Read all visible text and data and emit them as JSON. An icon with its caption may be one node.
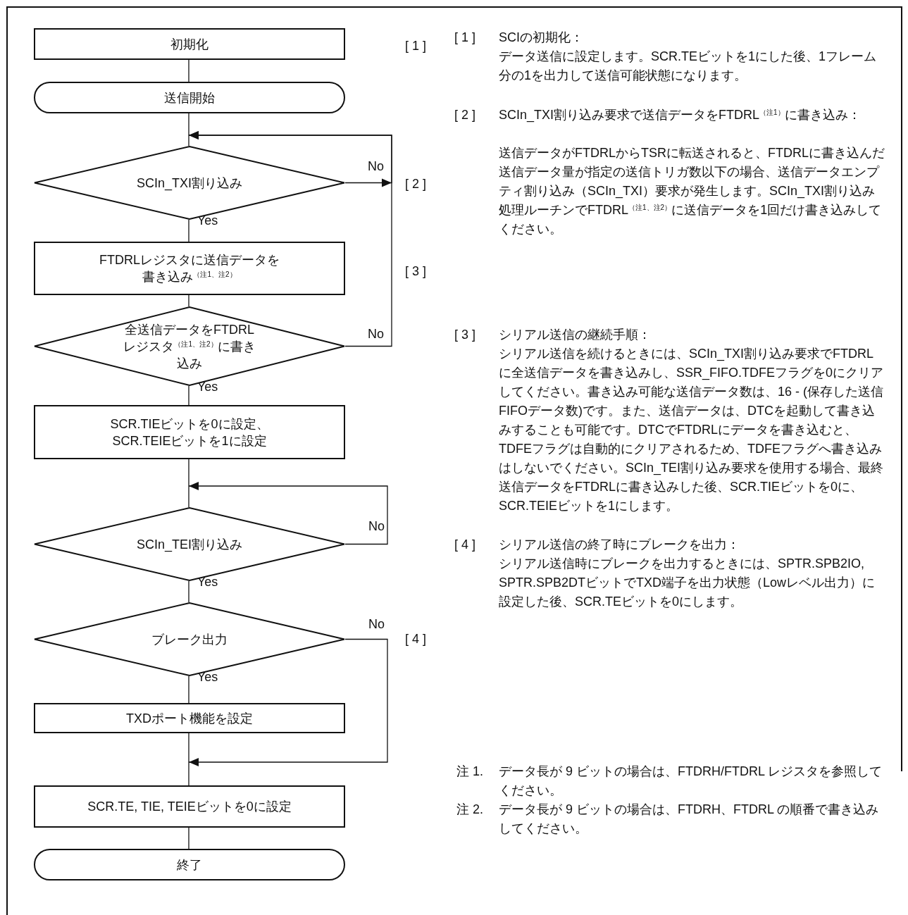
{
  "diagram": {
    "nodes": [
      {
        "text": [
          "初期化"
        ]
      },
      {
        "text": [
          "送信開始"
        ]
      },
      {
        "text": [
          "SCIn_TXI割り込み"
        ]
      },
      {
        "text": [
          "FTDRLレジスタに送信データを書き込み$^{（注1、注2）}$"
        ]
      },
      {
        "text": [
          "全送信データをFTDRLレジスタ$^{（注1、注2）}$に書き込み"
        ]
      },
      {
        "text": [
          "SCR.TIEビットを0に設定、SCR.TEIEビットを1に設定"
        ]
      },
      {
        "text": [
          "SCIn_TEI割り込み"
        ]
      },
      {
        "text": [
          "ブレーク出力"
        ]
      },
      {
        "text": [
          "TXDポート機能を設定"
        ]
      },
      {
        "text": [
          "SCR.TE, TIE, TEIEビットを0に設定"
        ]
      },
      {
        "text": [
          "終了"
        ]
      }
    ],
    "edges": [
      {
        "from": 0,
        "to": 1,
        "arrow": "none"
      },
      {
        "from": 1,
        "to": 2,
        "arrow": "none"
      },
      {
        "from": 2,
        "to": 2,
        "arrow": "to",
        "label": "No"
      },
      {
        "from": 2,
        "to": 3,
        "arrow": "none",
        "label": "Yes"
      },
      {
        "from": 3,
        "to": 4,
        "arrow": "none"
      },
      {
        "from": 4,
        "to": 2,
        "arrow": "to",
        "label": "No"
      },
      {
        "from": 4,
        "to": 5,
        "arrow": "none",
        "label": "Yes"
      },
      {
        "from": 5,
        "to": 6,
        "arrow": "none"
      },
      {
        "from": 6,
        "to": 6,
        "arrow": "to",
        "label": "No"
      },
      {
        "from": 6,
        "to": 7,
        "arrow": "none",
        "label": "Yes"
      },
      {
        "from": 7,
        "to": 8,
        "arrow": "none",
        "label": "Yes"
      },
      {
        "from": 7,
        "to": 9,
        "arrow": "to",
        "label": "No"
      },
      {
        "from": 8,
        "to": 9,
        "arrow": "none"
      },
      {
        "from": 9,
        "to": 10,
        "arrow": "none"
      }
    ],
    "labels": [
      "[ 1 ]",
      "[ 2 ]",
      "[ 3 ]",
      "[ 4 ]",
      "[ 1 ]",
      "SCIの初期化：",
      "データ送信に設定します。SCR.TEビットを1にした後、1フレーム分の1を出力して送信可能状態になります。",
      "[ 2 ]",
      "SCIn_TXI割り込み要求で送信データをFTDRL$^{（注1）}$に書き込み：",
      "送信データがFTDRLからTSRに転送されると、FTDRLに書き込んだ送信データ量が指定の送信トリガ数以下の場合、送信データエンプティ割り込み（SCIn_TXI）要求が発生します。SCIn_TXI割り込み処理ルーチンでFTDRL$^{（注1、注2）}$に送信データを1回だけ書き込みしてください。",
      "[ 3 ]",
      "シリアル送信の継続手順：",
      "シリアル送信を続けるときには、SCIn_TXI割り込み要求でFTDRLに全送信データを書き込みし、SSR_FIFO.TDFEフラグを0にクリアしてください。書き込み可能な送信データ数は、16 - (保存した送信FIFOデータ数)です。また、送信データは、DTCを起動して書き込みすることも可能です。DTCでFTDRLにデータを書き込むと、TDFEフラグは自動的にクリアされるため、TDFEフラグへ書き込みはしないでください。SCIn_TEI割り込み要求を使用する場合、最終送信データをFTDRLに書き込みした後、SCR.TIEビットを0に、SCR.TEIEビットを1にします。",
      "[ 4 ]",
      "シリアル送信の終了時にブレークを出力：",
      "シリアル送信時にブレークを出力するときには、SPTR.SPB2IO, SPTR.SPB2DTビットでTXD端子を出力状態（Lowレベル出力）に設定した後、SCR.TEビットを0にします。",
      "注 1.",
      "データ長が 9 ビットの場合は、FTDRH/FTDRL レジスタを参照してください。",
      "注 2.",
      "データ長が 9 ビットの場合は、FTDRH、FTDRL の順番で書き込みしてください。"
    ]
  }
}
